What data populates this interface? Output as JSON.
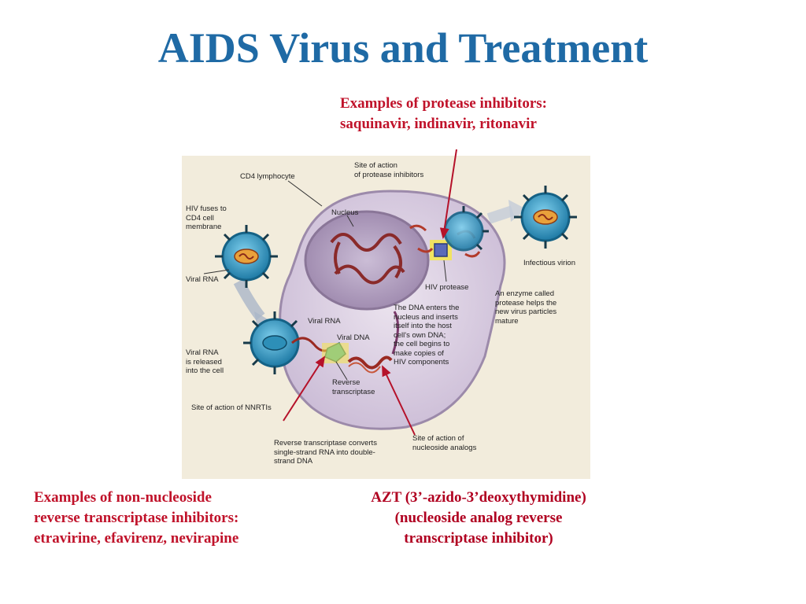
{
  "title": "AIDS Virus and Treatment",
  "protease_callout": {
    "line1": "Examples of protease inhibitors:",
    "line2": "saquinavir, indinavir, ritonavir"
  },
  "nnrti_callout": {
    "line1": "Examples of non-nucleoside",
    "line2": "reverse transcriptase inhibitors:",
    "line3": "etravirine, efavirenz, nevirapine"
  },
  "azt_callout": {
    "line1": "AZT (3’-azido-3’deoxythymidine)",
    "line2": "(nucleoside analog reverse",
    "line3": "transcriptase inhibitor)"
  },
  "diagram_labels": {
    "cd4_lymphocyte": "CD4 lymphocyte",
    "protease_site_1": "Site of action",
    "protease_site_2": "of protease inhibitors",
    "hiv_fuses_1": "HIV fuses to",
    "hiv_fuses_2": "CD4 cell",
    "hiv_fuses_3": "membrane",
    "nucleus": "Nucleus",
    "viral_rna_left": "Viral RNA",
    "infectious_virion": "Infectious virion",
    "hiv_protease": "HIV protease",
    "enzyme_1": "An enzyme called",
    "enzyme_2": "protease helps the",
    "enzyme_3": "new virus particles",
    "enzyme_4": "mature",
    "dna_enters_1": "The DNA enters the",
    "dna_enters_2": "nucleus and inserts",
    "dna_enters_3": "itself into the host",
    "dna_enters_4": "cell's own DNA;",
    "dna_enters_5": "the cell begins to",
    "dna_enters_6": "make copies of",
    "dna_enters_7": "HIV components",
    "viral_rna_inner": "Viral RNA",
    "viral_dna": "Viral DNA",
    "rna_released_1": "Viral RNA",
    "rna_released_2": "is released",
    "rna_released_3": "into the cell",
    "reverse_transcriptase_1": "Reverse",
    "reverse_transcriptase_2": "transcriptase",
    "nnrti_site": "Site of action of NNRTIs",
    "rt_converts_1": "Reverse transcriptase converts",
    "rt_converts_2": "single-strand RNA into double-",
    "rt_converts_3": "strand DNA",
    "nucleoside_site_1": "Site of action of",
    "nucleoside_site_2": "nucleoside analogs"
  },
  "colors": {
    "title": "#1f6aa5",
    "callout_text": "#c0122a",
    "pointer_arrows": "#b5122a",
    "cell_fill": "#d9cde0",
    "nucleus_fill": "#b8a6c4",
    "virus_blue": "#3aa0c8",
    "figure_bg": "#f2ecdc"
  }
}
